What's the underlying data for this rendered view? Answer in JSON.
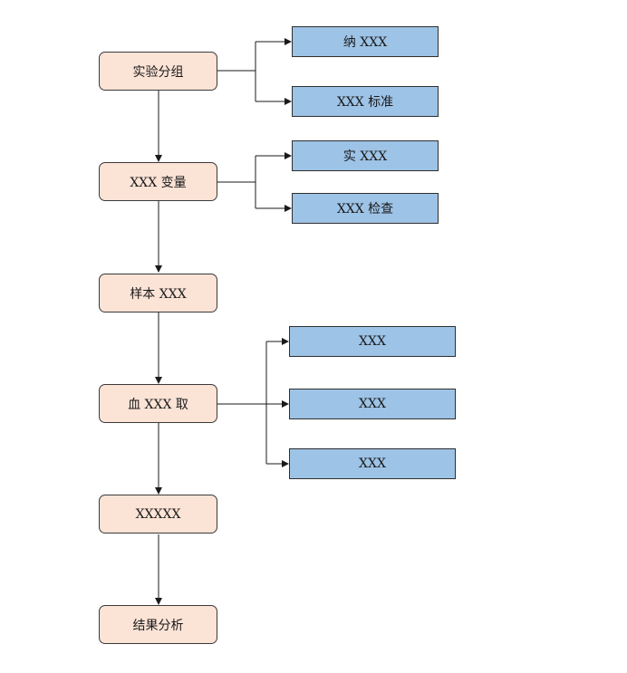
{
  "colors": {
    "main_fill": "#fbe3d6",
    "sub_fill": "#9dc3e6",
    "line": "#1a1a1a"
  },
  "steps": [
    {
      "label": "实验分组",
      "children": [
        "纳 XXX",
        "XXX 标准"
      ]
    },
    {
      "label": "XXX 变量",
      "children": [
        "实 XXX",
        "XXX 检查"
      ]
    },
    {
      "label": "样本 XXX",
      "children": []
    },
    {
      "label": "血 XXX 取",
      "children": [
        "XXX",
        "XXX",
        "XXX"
      ]
    },
    {
      "label": "XXXXX",
      "children": []
    },
    {
      "label": "结果分析",
      "children": []
    }
  ]
}
